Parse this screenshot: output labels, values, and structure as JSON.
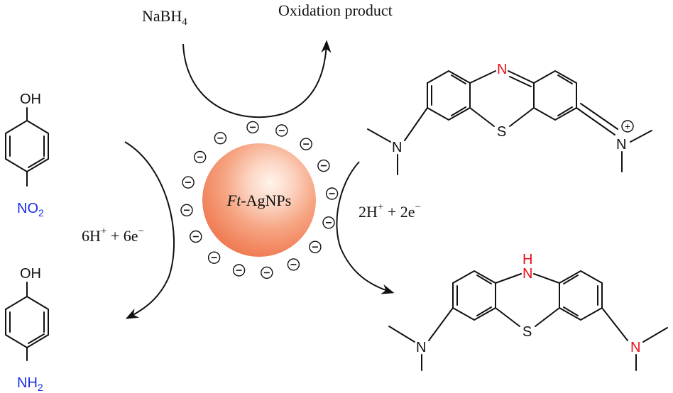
{
  "top": {
    "reagent": "NaBH",
    "reagent_sub": "4",
    "product": "Oxidation product"
  },
  "center": {
    "label_italic": "Ft",
    "label_rest": "-AgNPs",
    "charge_symbol": "⊖",
    "colors": {
      "core": "#f07d55",
      "highlight": "#fff4ec"
    }
  },
  "left": {
    "reactant": {
      "top_group": "OH",
      "bottom_group": "NO",
      "bottom_sub": "2"
    },
    "product": {
      "top_group": "OH",
      "bottom_group": "NH",
      "bottom_sub": "2"
    },
    "condition": {
      "part1": "6H",
      "sup1": "+",
      "part2": " + 6e",
      "sup2": "−"
    }
  },
  "right": {
    "reactant": {
      "ring_n": "N",
      "s_atom": "S",
      "left_n": "N",
      "right_n": "N",
      "charge": "+"
    },
    "product": {
      "ring_nh": "H",
      "ring_n": "N",
      "s_atom": "S",
      "left_n": "N",
      "right_n": "N"
    },
    "condition": {
      "part1": "2H",
      "sup1": "+",
      "part2": " + 2e",
      "sup2": "−"
    }
  },
  "colors": {
    "heteroatom_red": "#e8101c",
    "group_blue": "#1a2ee6",
    "ink": "#111111"
  }
}
